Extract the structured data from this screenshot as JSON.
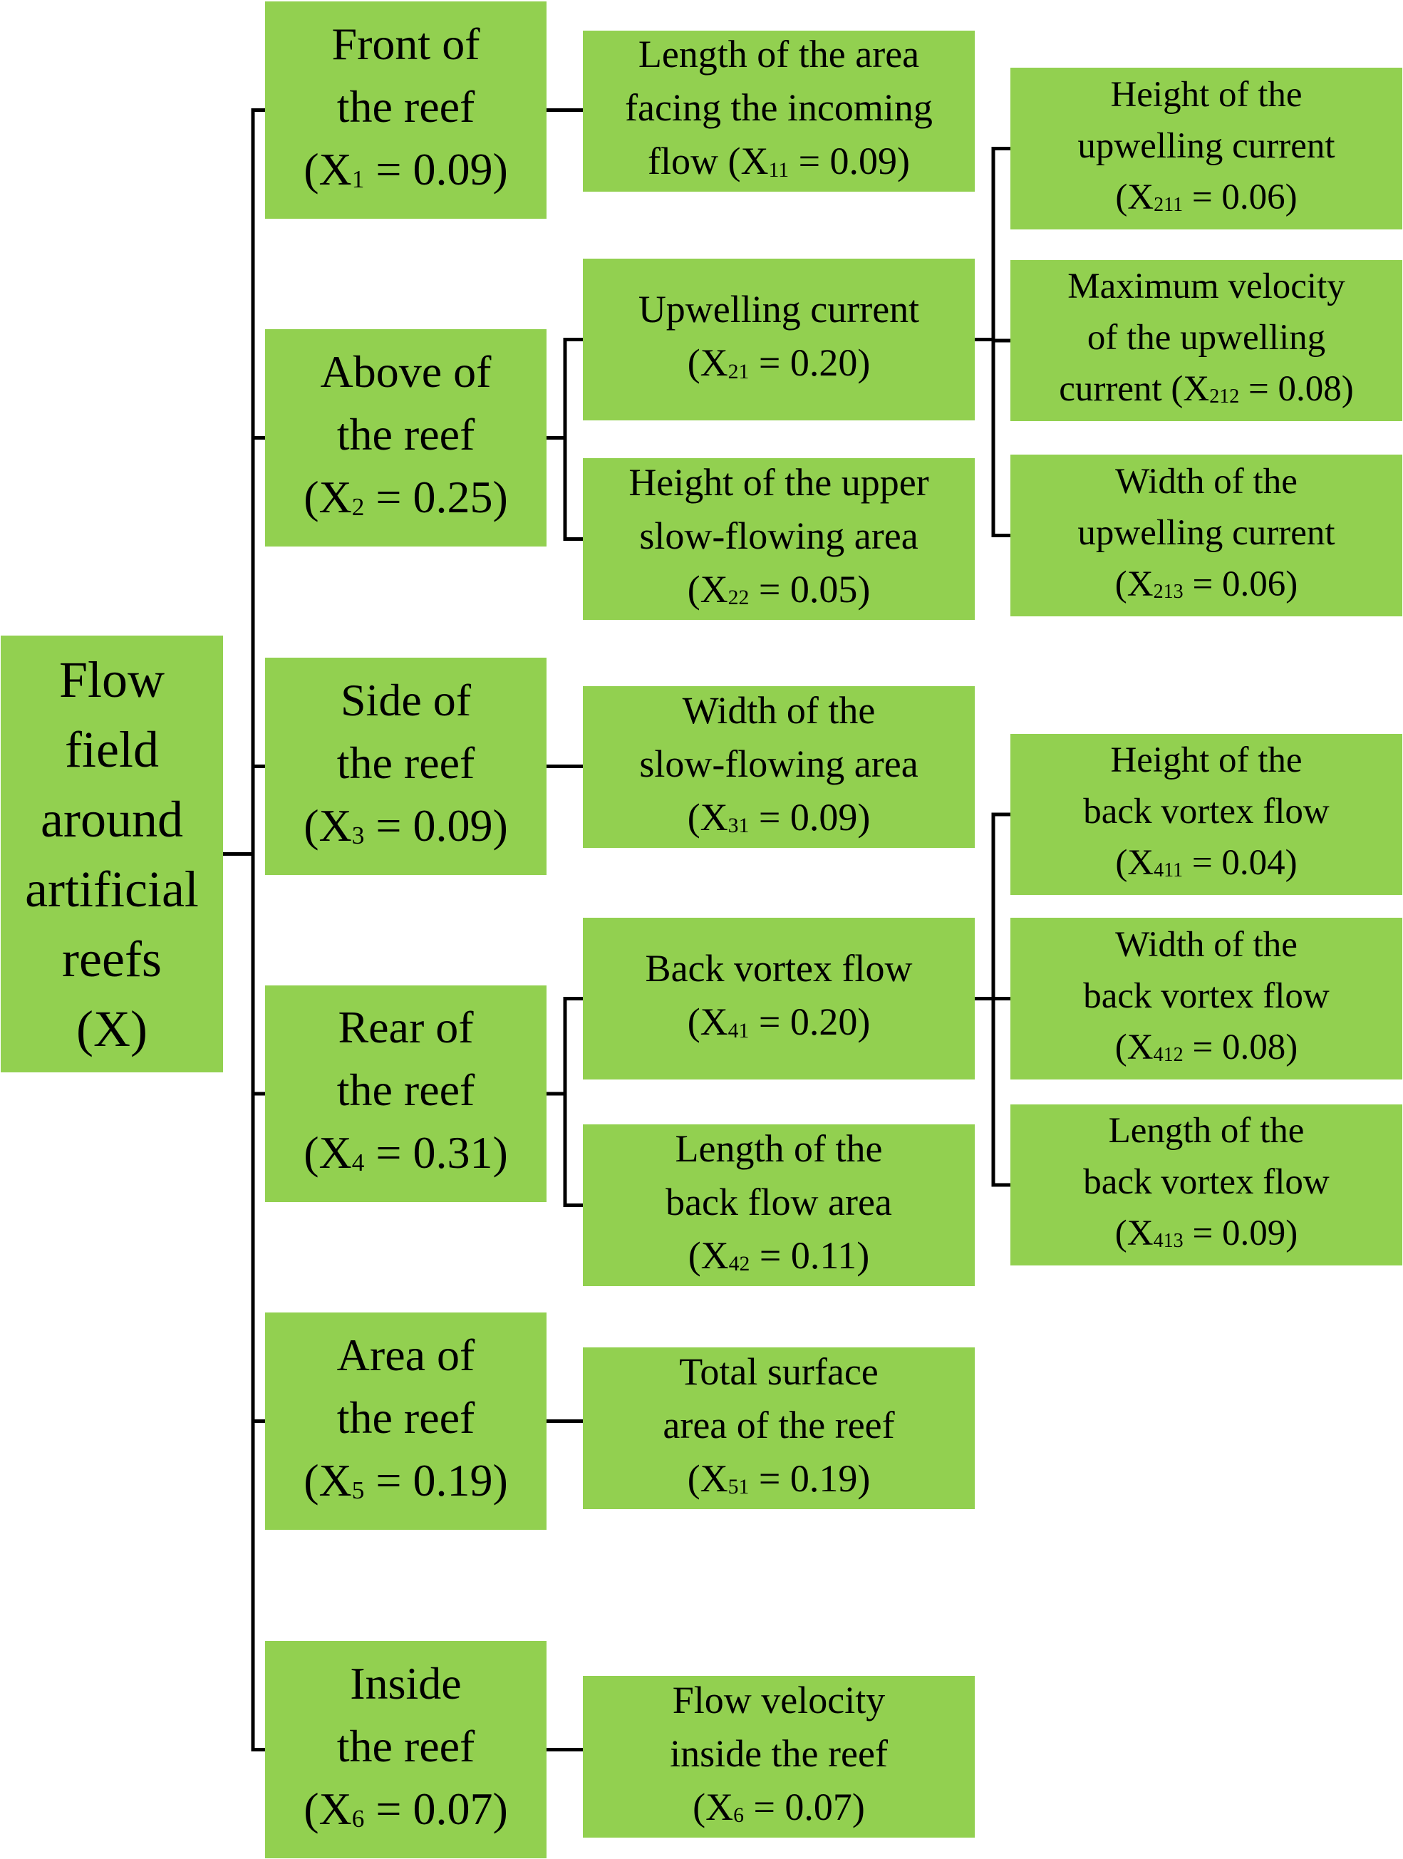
{
  "diagram": {
    "root": {
      "lines": [
        [
          "Flow"
        ],
        [
          "field"
        ],
        [
          "around"
        ],
        [
          "artificial"
        ],
        [
          "reefs"
        ],
        [
          "(X)"
        ]
      ]
    },
    "factors": [
      {
        "id": "x1",
        "lines": [
          [
            "Front of"
          ],
          [
            "the reef"
          ],
          [
            "(X",
            "1",
            " = 0.09)"
          ]
        ],
        "children": [
          {
            "id": "x11",
            "lines": [
              [
                "Length of the area"
              ],
              [
                "facing the incoming"
              ],
              [
                "flow (X",
                "11",
                " = 0.09)"
              ]
            ]
          }
        ]
      },
      {
        "id": "x2",
        "lines": [
          [
            "Above of"
          ],
          [
            "the reef"
          ],
          [
            "(X",
            "2",
            " = 0.25)"
          ]
        ],
        "children": [
          {
            "id": "x21",
            "lines": [
              [
                "Upwelling current"
              ],
              [
                "(X",
                "21",
                " = 0.20)"
              ]
            ],
            "children": [
              {
                "id": "x211",
                "lines": [
                  [
                    "Height of the"
                  ],
                  [
                    "upwelling current"
                  ],
                  [
                    "(X",
                    "211",
                    " = 0.06)"
                  ]
                ]
              },
              {
                "id": "x212",
                "lines": [
                  [
                    "Maximum velocity"
                  ],
                  [
                    "of the upwelling"
                  ],
                  [
                    "current (X",
                    "212",
                    " = 0.08)"
                  ]
                ]
              },
              {
                "id": "x213",
                "lines": [
                  [
                    "Width of  the"
                  ],
                  [
                    "upwelling current"
                  ],
                  [
                    "(X",
                    "213",
                    " = 0.06)"
                  ]
                ]
              }
            ]
          },
          {
            "id": "x22",
            "lines": [
              [
                "Height of the upper"
              ],
              [
                "slow-flowing area"
              ],
              [
                "(X",
                "22",
                " = 0.05)"
              ]
            ]
          }
        ]
      },
      {
        "id": "x3",
        "lines": [
          [
            "Side of"
          ],
          [
            "the reef"
          ],
          [
            "(X",
            "3",
            " = 0.09)"
          ]
        ],
        "children": [
          {
            "id": "x31",
            "lines": [
              [
                "Width of the"
              ],
              [
                "slow-flowing area"
              ],
              [
                "(X",
                "31",
                " = 0.09)"
              ]
            ]
          }
        ]
      },
      {
        "id": "x4",
        "lines": [
          [
            "Rear of"
          ],
          [
            "the reef"
          ],
          [
            "(X",
            "4",
            " = 0.31)"
          ]
        ],
        "children": [
          {
            "id": "x41",
            "lines": [
              [
                "Back vortex flow"
              ],
              [
                "(X",
                "41",
                " = 0.20)"
              ]
            ],
            "children": [
              {
                "id": "x411",
                "lines": [
                  [
                    "Height of the"
                  ],
                  [
                    "back vortex flow"
                  ],
                  [
                    "(X",
                    "411",
                    " = 0.04)"
                  ]
                ]
              },
              {
                "id": "x412",
                "lines": [
                  [
                    "Width of the"
                  ],
                  [
                    "back vortex flow"
                  ],
                  [
                    "(X",
                    "412",
                    " = 0.08)"
                  ]
                ]
              },
              {
                "id": "x413",
                "lines": [
                  [
                    "Length of the"
                  ],
                  [
                    "back vortex flow"
                  ],
                  [
                    "(X",
                    "413",
                    " = 0.09)"
                  ]
                ]
              }
            ]
          },
          {
            "id": "x42",
            "lines": [
              [
                "Length of the"
              ],
              [
                "back flow area"
              ],
              [
                "(X",
                "42",
                " = 0.11)"
              ]
            ]
          }
        ]
      },
      {
        "id": "x5",
        "lines": [
          [
            "Area of"
          ],
          [
            "the reef"
          ],
          [
            "(X",
            "5",
            " = 0.19)"
          ]
        ],
        "children": [
          {
            "id": "x51",
            "lines": [
              [
                "Total surface"
              ],
              [
                "area of the reef"
              ],
              [
                "(X",
                "51",
                " = 0.19)"
              ]
            ]
          }
        ]
      },
      {
        "id": "x6",
        "lines": [
          [
            "Inside"
          ],
          [
            "the reef"
          ],
          [
            "(X",
            "6",
            " = 0.07)"
          ]
        ],
        "children": [
          {
            "id": "x6b",
            "lines": [
              [
                "Flow velocity"
              ],
              [
                "inside the reef"
              ],
              [
                "(X",
                "6",
                " = 0.07)"
              ]
            ]
          }
        ]
      }
    ]
  },
  "colors": {
    "box_fill": "#92d050",
    "connector": "#000000",
    "text": "#000000",
    "background": "#ffffff"
  }
}
